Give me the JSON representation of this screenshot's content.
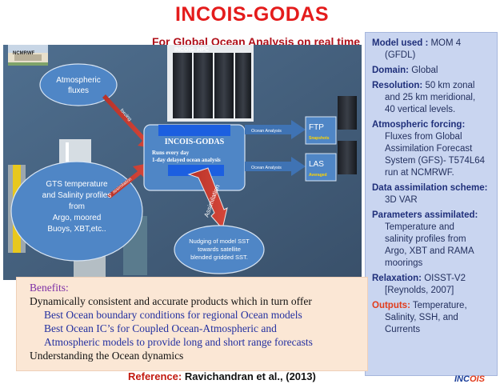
{
  "title": "INCOIS-GODAS",
  "subtitle": "For Global Ocean Analysis on real time",
  "diagram": {
    "ncmrwf_label": "NCMRWF",
    "hpc_label": "INCOIS- HPC",
    "atm_fluxes": [
      "Atmospheric",
      "fluxes"
    ],
    "forcing_label": "forcing",
    "gts_profiles": [
      "GTS temperature",
      "and Salinity profiles",
      "from",
      "Argo, moored",
      "Buoys, XBT,etc.."
    ],
    "assimilation_small": "assimilation",
    "center_title": "INCOIS-GODAS",
    "center_line1": "Runs every day",
    "center_line2": "1-day delayed ocean analysis",
    "ocean_analysis_1": "Ocean Analysis",
    "ocean_analysis_2": "Ocean Analysis",
    "ftp_label": "FTP",
    "ftp_sub": "Snapshots",
    "las_label": "LAS",
    "las_sub": "Averaged",
    "assimilation_big": "Assimilation",
    "nudging": [
      "Nudging of model SST",
      "towards satellite",
      "blended gridded SST."
    ]
  },
  "panel": {
    "model_label": "Model used :",
    "model_value_1": " MOM 4",
    "model_value_2": "(GFDL)",
    "domain_label": "Domain:",
    "domain_value": " Global",
    "resolution_label": "Resolution:",
    "resolution_value_1": " 50 km zonal",
    "resolution_value_2": "and 25 km meridional,",
    "resolution_value_3": "40 vertical levels.",
    "forcing_label": "Atmospheric forcing:",
    "forcing_value": [
      "Fluxes from Global",
      "Assimilation Forecast",
      "System (GFS)- T574L64",
      "run at NCMRWF."
    ],
    "scheme_label": "Data assimilation scheme:",
    "scheme_value": "3D VAR",
    "params_label": "Parameters assimilated:",
    "params_value": [
      "Temperature and",
      "salinity profiles from",
      "Argo, XBT and RAMA",
      "moorings"
    ],
    "relax_label": "Relaxation:",
    "relax_value_1": " OISST-V2",
    "relax_value_2": "[Reynolds, 2007]",
    "outputs_label": "Outputs:",
    "outputs_value_1": " Temperature,",
    "outputs_value_2": "Salinity, SSH, and",
    "outputs_value_3": "Currents"
  },
  "benefits": {
    "heading": "Benefits:",
    "line1": "Dynamically consistent and accurate products which in turn offer",
    "line2": "Best Ocean boundary conditions for regional Ocean models",
    "line3": "Best Ocean IC’s for Coupled Ocean-Atmospheric and",
    "line4": "Atmospheric models to provide long and short range forecasts",
    "line5": "Understanding the Ocean dynamics"
  },
  "reference": {
    "label": "Reference:",
    "value": " Ravichandran et al., (2013)"
  },
  "logo": {
    "part1": "INC",
    "part2": "OIS"
  }
}
